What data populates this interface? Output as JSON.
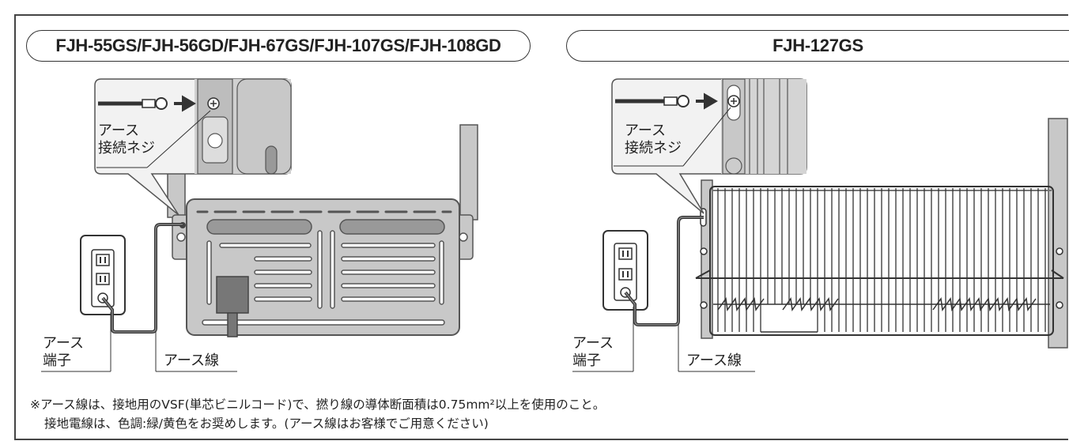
{
  "left_panel": {
    "title": "FJH-55GS/FJH-56GD/FJH-67GS/FJH-107GS/FJH-108GD",
    "callout_label_line1": "アース",
    "callout_label_line2": "接続ネジ",
    "terminal_label_line1": "アース",
    "terminal_label_line2": "端子",
    "wire_label": "アース線"
  },
  "right_panel": {
    "title": "FJH-127GS",
    "callout_label_line1": "アース",
    "callout_label_line2": "接続ネジ",
    "terminal_label_line1": "アース",
    "terminal_label_line2": "端子",
    "wire_label": "アース線"
  },
  "notes": {
    "line1": "※アース線は、接地用のVSF(単芯ビニルコード)で、撚り線の導体断面積は0.75mm²以上を使用のこと。",
    "line2": "接地電線は、色調:緑/黄色をお奨めします。(アース線はお客様でご用意ください)"
  },
  "colors": {
    "unit_gray": "#c8c8c8",
    "dark_gray": "#555555",
    "wire": "#333333",
    "callout_bg": "#f2f2f2"
  }
}
